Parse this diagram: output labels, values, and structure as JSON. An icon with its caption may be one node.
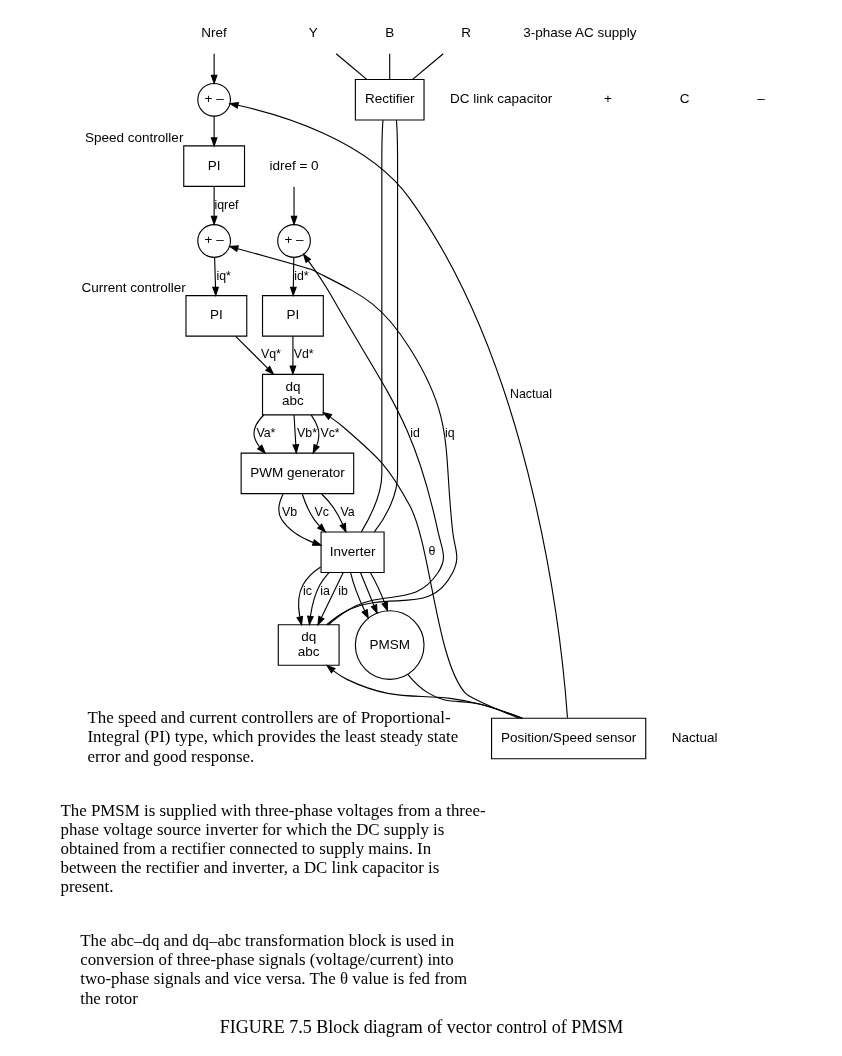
{
  "diagram": {
    "caption": "FIGURE 7.5 Block diagram of vector control of PMSM",
    "nodes": [
      {
        "text": [
          "R"
        ]
      },
      {
        "text": [
          "Y"
        ]
      },
      {
        "text": [
          "B"
        ]
      },
      {
        "text": [
          "Rectifier"
        ]
      },
      {
        "text": [
          "Nref"
        ]
      },
      {
        "text": [
          "+ –"
        ]
      },
      {
        "text": [
          "Speed controller",
          "PI"
        ]
      },
      {
        "text": [
          "+ –"
        ]
      },
      {
        "text": [
          "Current controller",
          "PI"
        ]
      },
      {
        "text": [
          "idref = 0"
        ]
      },
      {
        "text": [
          "+ –"
        ]
      },
      {
        "text": [
          "PI"
        ]
      },
      {
        "text": [
          "dq",
          "abc"
        ]
      },
      {
        "text": [
          "PWM generator"
        ]
      },
      {
        "text": [
          "Inverter"
        ]
      },
      {
        "text": [
          "dq",
          "abc"
        ]
      },
      {
        "text": [
          "Position/Speed sensor"
        ]
      },
      {
        "text": [
          "PMSM"
        ]
      }
    ],
    "edges": [
      {
        "from": 0,
        "to": 3,
        "arrow": "none"
      },
      {
        "from": 1,
        "to": 3,
        "arrow": "none"
      },
      {
        "from": 2,
        "to": 3,
        "arrow": "none"
      },
      {
        "from": 4,
        "to": 5,
        "arrow": "to"
      },
      {
        "from": 5,
        "to": 6,
        "arrow": "to"
      },
      {
        "from": 6,
        "to": 7,
        "arrow": "to",
        "label": "iqref"
      },
      {
        "from": 7,
        "to": 8,
        "arrow": "to",
        "label": "iq*"
      },
      {
        "from": 8,
        "to": 12,
        "arrow": "to",
        "label": "Vq*"
      },
      {
        "from": 9,
        "to": 10,
        "arrow": "to"
      },
      {
        "from": 10,
        "to": 11,
        "arrow": "to",
        "label": "id*"
      },
      {
        "from": 11,
        "to": 12,
        "arrow": "to",
        "label": "Vd*"
      },
      {
        "from": 12,
        "to": 13,
        "arrow": "to",
        "label": "Va*"
      },
      {
        "from": 12,
        "to": 13,
        "arrow": "to",
        "label": "Vb*"
      },
      {
        "from": 12,
        "to": 13,
        "arrow": "to",
        "label": "Vc*"
      },
      {
        "from": 13,
        "to": 14,
        "arrow": "to",
        "label": "Va"
      },
      {
        "from": 13,
        "to": 14,
        "arrow": "to",
        "label": "Vb"
      },
      {
        "from": 13,
        "to": 14,
        "arrow": "to",
        "label": "Vc"
      },
      {
        "from": 3,
        "to": 14,
        "arrow": "none"
      },
      {
        "from": 3,
        "to": 14,
        "arrow": "none"
      },
      {
        "from": 14,
        "to": 17,
        "arrow": "to"
      },
      {
        "from": 14,
        "to": 17,
        "arrow": "to"
      },
      {
        "from": 14,
        "to": 17,
        "arrow": "to"
      },
      {
        "from": 14,
        "to": 15,
        "arrow": "to",
        "label": "ia"
      },
      {
        "from": 14,
        "to": 15,
        "arrow": "to",
        "label": "ib"
      },
      {
        "from": 14,
        "to": 15,
        "arrow": "to",
        "label": "ic"
      },
      {
        "from": 15,
        "to": 7,
        "arrow": "to",
        "label": "iq"
      },
      {
        "from": 15,
        "to": 10,
        "arrow": "to",
        "label": "id"
      },
      {
        "from": 16,
        "to": 12,
        "arrow": "to",
        "label": "θ"
      },
      {
        "from": 16,
        "to": 15,
        "arrow": "to"
      },
      {
        "from": 16,
        "to": 5,
        "arrow": "to",
        "label": "Nactual"
      },
      {
        "from": 17,
        "to": 16,
        "arrow": "none"
      }
    ],
    "labels": [
      "3-phase AC supply",
      "DC link capacitor",
      "+",
      "C",
      "–",
      "Nactual",
      "The speed and current controllers are of Proportional-Integral (PI) type, which provides the least steady state error and good response.",
      "The PMSM is supplied with three-phase voltages from a three-phase voltage source inverter for which the DC supply is obtained from a rectifier connected to supply mains. In between the rectifier and inverter, a DC link capacitor is present.",
      "The abc–dq and dq–abc transformation block is used in conversion of three-phase signals (voltage/current) into two-phase signals and vice versa. The θ value is fed from the rotor"
    ]
  }
}
